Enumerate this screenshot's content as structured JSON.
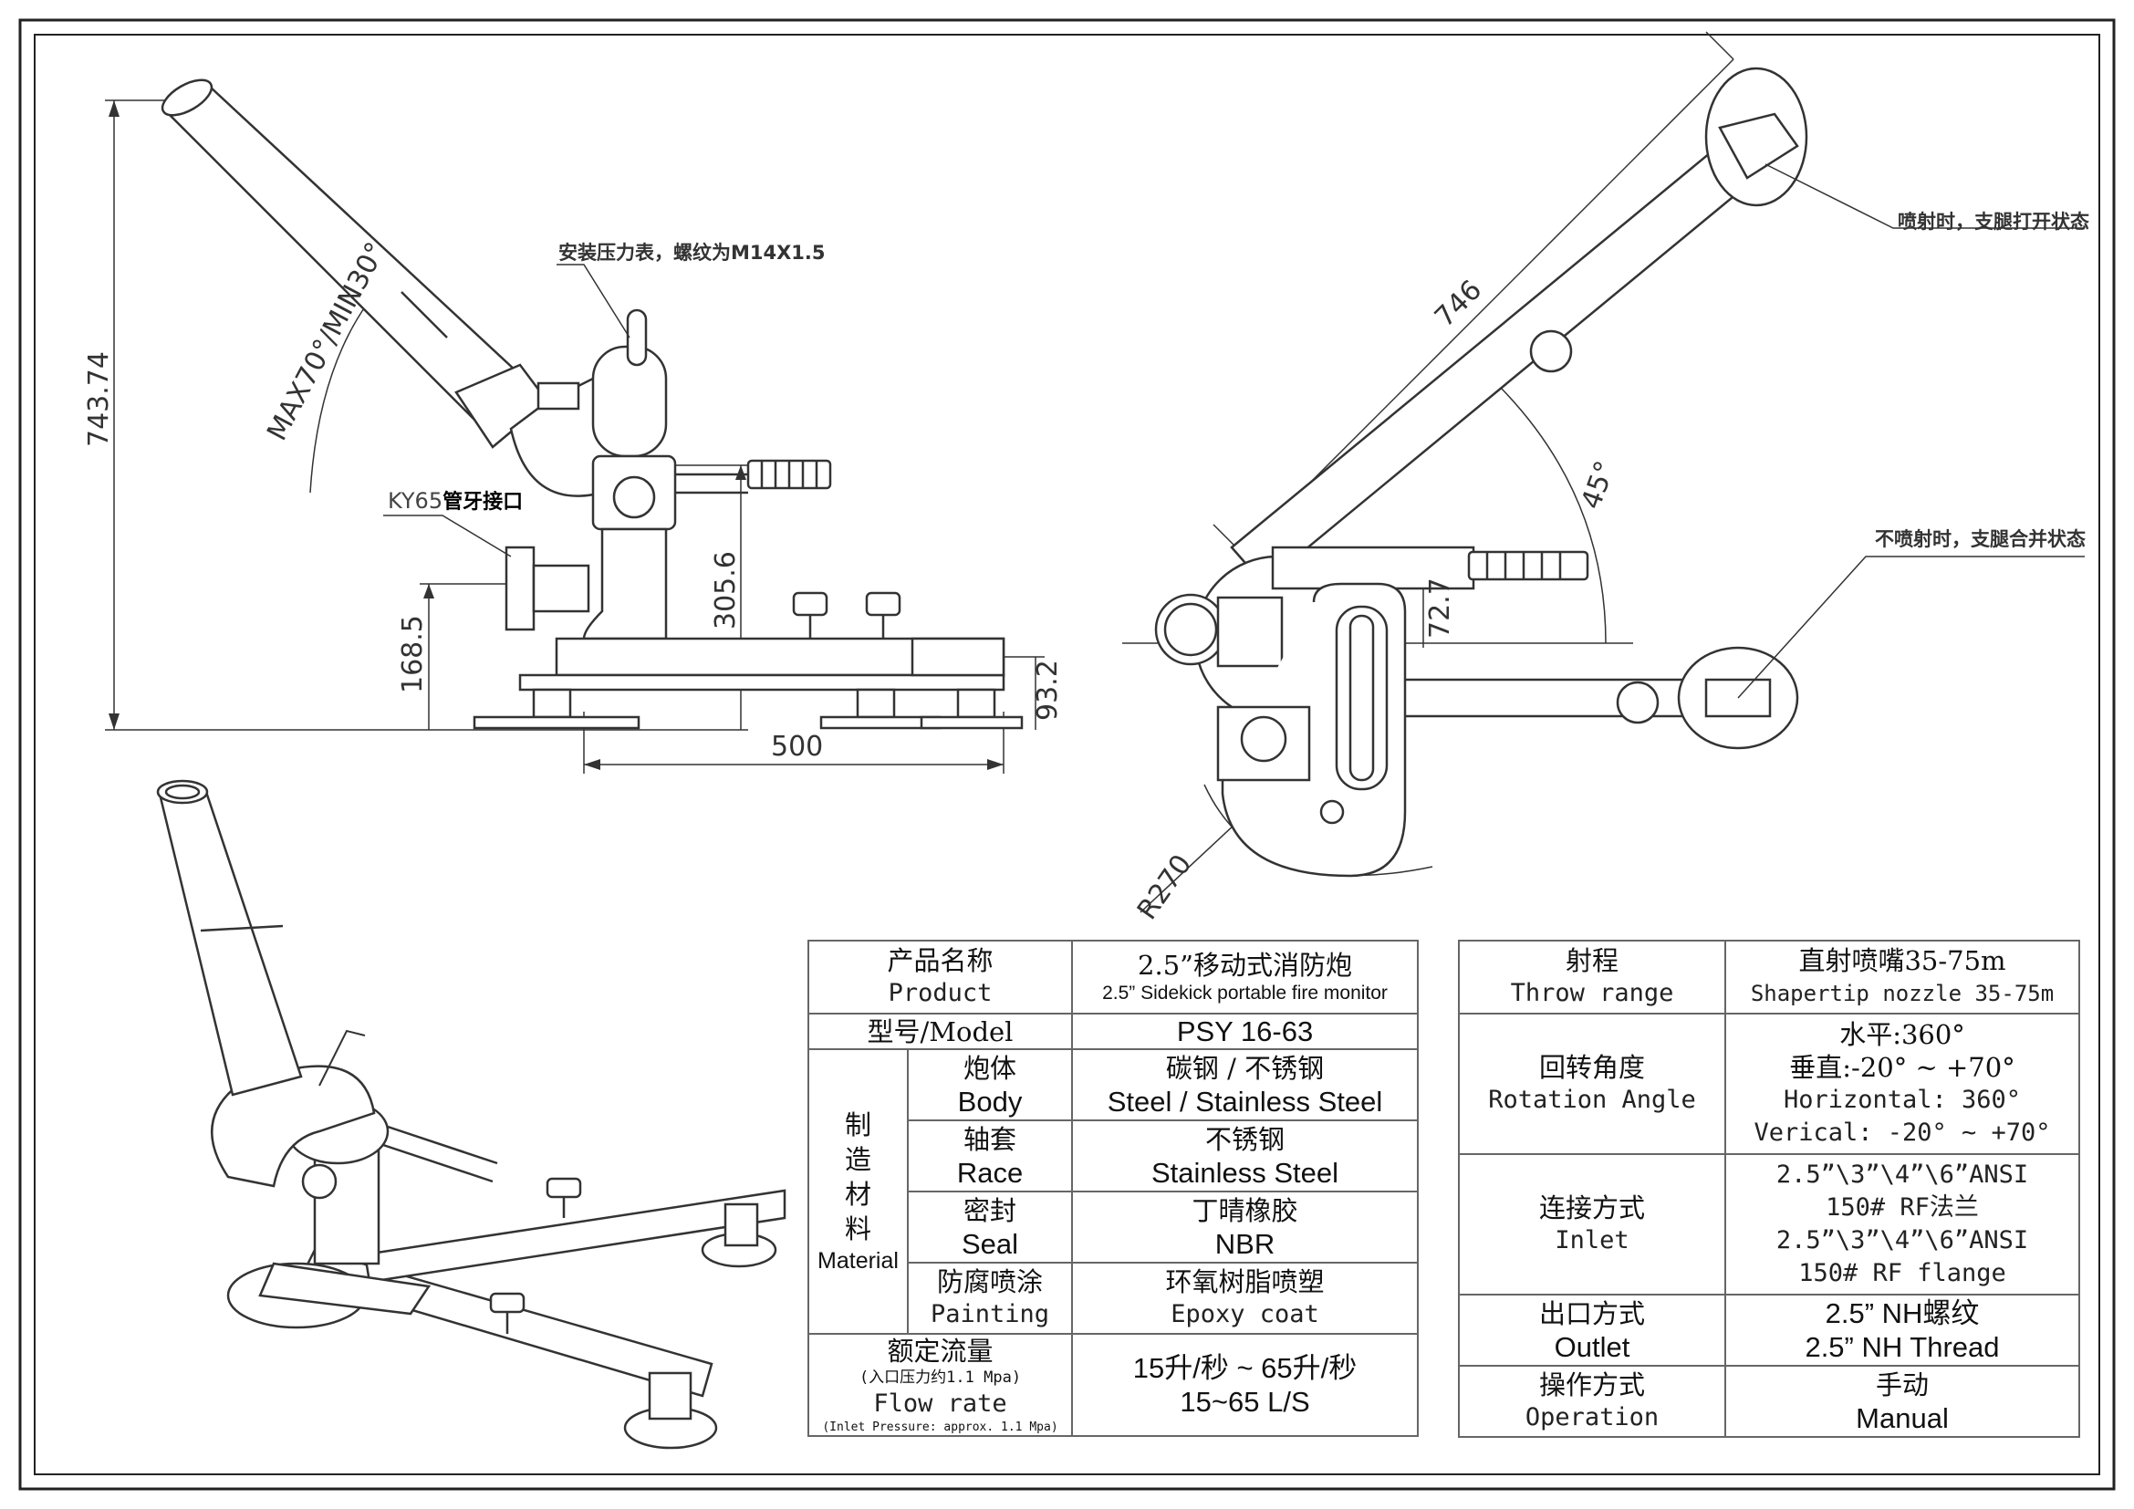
{
  "dimensions": {
    "height_total": "743.74",
    "nozzle_angle": "MAX70°/MIN30°",
    "base_height": "168.5",
    "elbow_height": "305.6",
    "foot_height": "93.2",
    "base_length": "500",
    "leg_length": "746",
    "leg_angle": "45°",
    "offset": "72.7",
    "swing_radius": "R270"
  },
  "annotations": {
    "gauge_note": "安装压力表，螺纹为M14X1.5",
    "inlet_prefix": "KY65",
    "inlet_suffix": "管牙接口",
    "legs_open": "喷射时，支腿打开状态",
    "legs_closed": "不喷射时，支腿合并状态"
  },
  "left_table": {
    "product_zh": "产品名称",
    "product_en": "Product",
    "product_name_zh": "2.5”移动式消防炮",
    "product_name_en": "2.5” Sidekick portable fire monitor",
    "model_label": "型号/Model",
    "model_value": "PSY 16-63",
    "material_zh": [
      "制",
      "造",
      "材",
      "料"
    ],
    "material_en": "Material",
    "body_zh": "炮体",
    "body_en": "Body",
    "body_value_zh": "碳钢 / 不锈钢",
    "body_value_en": "Steel / Stainless Steel",
    "race_zh": "轴套",
    "race_en": "Race",
    "race_value_zh": "不锈钢",
    "race_value_en": "Stainless Steel",
    "seal_zh": "密封",
    "seal_en": "Seal",
    "seal_value_zh": "丁晴橡胶",
    "seal_value_en": "NBR",
    "paint_zh": "防腐喷涂",
    "paint_en": "Painting",
    "paint_value_zh": "环氧树脂喷塑",
    "paint_value_en": "Epoxy coat",
    "flow_zh": "额定流量",
    "flow_zh_note": "(入口压力约1.1 Mpa)",
    "flow_en": "Flow rate",
    "flow_en_note": "(Inlet Pressure: approx. 1.1 Mpa)",
    "flow_value_zh": "15升/秒 ~ 65升/秒",
    "flow_value_en": "15~65 L/S"
  },
  "right_table": {
    "throw_zh": "射程",
    "throw_en": "Throw range",
    "throw_value_zh": "直射喷嘴35-75m",
    "throw_value_en": "Shapertip nozzle 35-75m",
    "rotation_zh": "回转角度",
    "rotation_en": "Rotation Angle",
    "rotation_h_zh": "水平:360°",
    "rotation_v_zh": "垂直:-20° ~ +70°",
    "rotation_h_en": "Horizontal: 360°",
    "rotation_v_en": "Verical: -20° ~ +70°",
    "inlet_zh": "连接方式",
    "inlet_en": "Inlet",
    "inlet_value_1": "2.5”\\3”\\4”\\6”ANSI",
    "inlet_value_2": "150# RF法兰",
    "inlet_value_3": "2.5”\\3”\\4”\\6”ANSI",
    "inlet_value_4": "150# RF flange",
    "outlet_zh": "出口方式",
    "outlet_en": "Outlet",
    "outlet_value_zh": "2.5” NH螺纹",
    "outlet_value_en": "2.5” NH Thread",
    "operation_zh": "操作方式",
    "operation_en": "Operation",
    "operation_value_zh": "手动",
    "operation_value_en": "Manual"
  }
}
